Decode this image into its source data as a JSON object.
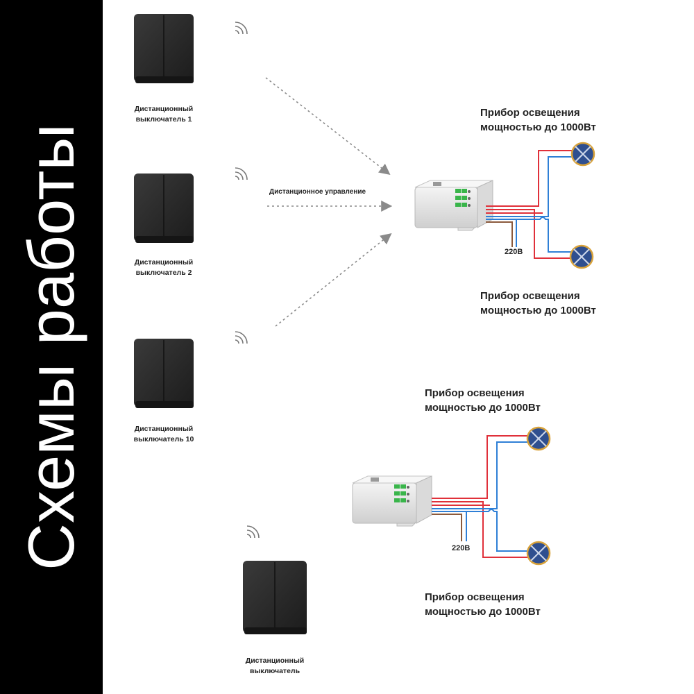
{
  "sidebar": {
    "title": "Схемы работы"
  },
  "top_scheme": {
    "switches": [
      {
        "label_line1": "Дистанционный",
        "label_line2": "выключатель 1"
      },
      {
        "label_line1": "Дистанционный",
        "label_line2": "выключатель 2"
      },
      {
        "label_line1": "Дистанционный",
        "label_line2": "выключатель 10"
      }
    ],
    "remote_label": "Дистанционное управление",
    "voltage_label": "220В",
    "lamp_top": {
      "line1": "Прибор освещения",
      "line2": "мощностью до 1000Вт"
    },
    "lamp_bottom": {
      "line1": "Прибор освещения",
      "line2": "мощностью до 1000Вт"
    }
  },
  "bottom_scheme": {
    "switch": {
      "label_line1": "Дистанционный",
      "label_line2": "выключатель"
    },
    "voltage_label": "220В",
    "lamp_top": {
      "line1": "Прибор освещения",
      "line2": "мощностью до 1000Вт"
    },
    "lamp_bottom": {
      "line1": "Прибор освещения",
      "line2": "мощностью до 1000Вт"
    }
  },
  "colors": {
    "sidebar_bg": "#000000",
    "switch_body": "#2a2a2a",
    "wire_red": "#e0303a",
    "wire_blue": "#2e7fd6",
    "wire_brown": "#8b5a3c",
    "lamp_fill": "#2f4f8f",
    "lamp_ring": "#d8a23a",
    "arrow": "#8a8a8a"
  },
  "icons": {
    "wireless": "wifi-signal-icon",
    "lamp": "lamp-icon",
    "relay": "relay-module-icon",
    "switch": "wall-switch-icon"
  }
}
